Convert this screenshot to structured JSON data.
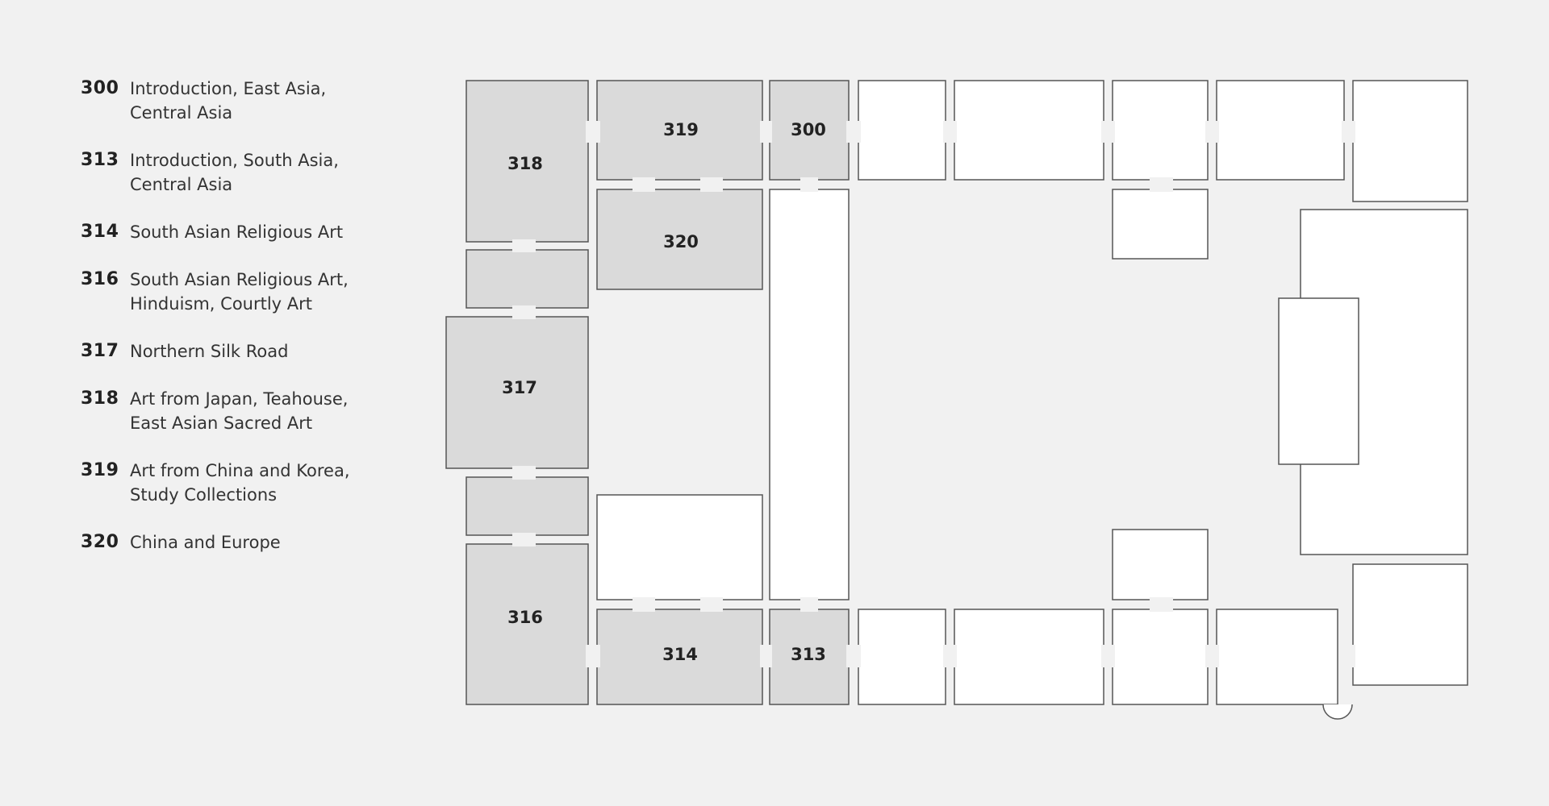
{
  "legend": [
    {
      "number": "300",
      "label": "Introduction, East Asia,\nCentral Asia"
    },
    {
      "number": "313",
      "label": "Introduction, South Asia,\nCentral Asia"
    },
    {
      "number": "314",
      "label": "South Asian Religious Art"
    },
    {
      "number": "316",
      "label": "South Asian Religious Art,\nHinduism, Courtly Art"
    },
    {
      "number": "317",
      "label": "Northern Silk Road"
    },
    {
      "number": "318",
      "label": "Art from Japan, Teahouse,\nEast Asian Sacred Art"
    },
    {
      "number": "319",
      "label": "Art from China and Korea,\nStudy Collections"
    },
    {
      "number": "320",
      "label": "China and Europe"
    }
  ],
  "map": {
    "rooms": {
      "r318": "318",
      "r319": "319",
      "r300": "300",
      "r320": "320",
      "r317": "317",
      "r316": "316",
      "r314": "314",
      "r313": "313"
    },
    "colors": {
      "highlighted_room": "#dadada",
      "other_room": "#ffffff",
      "wall": "#555555",
      "background": "#f1f1f1"
    }
  }
}
